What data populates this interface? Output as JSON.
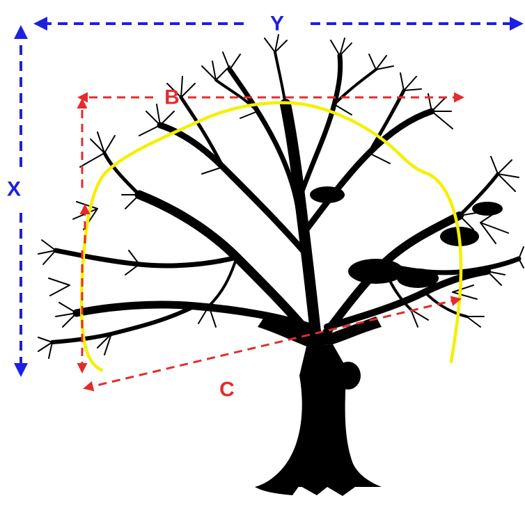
{
  "labels": {
    "x": "X",
    "y": "Y",
    "b": "B",
    "c": "C"
  },
  "colors": {
    "outer_dimension": "#1f1fe0",
    "crown_dimension": "#e52b2b",
    "crown_outline": "#f5ef00",
    "tree": "#000000",
    "background": "#ffffff"
  },
  "icons": {
    "tree": "oak-tree-silhouette-icon"
  }
}
